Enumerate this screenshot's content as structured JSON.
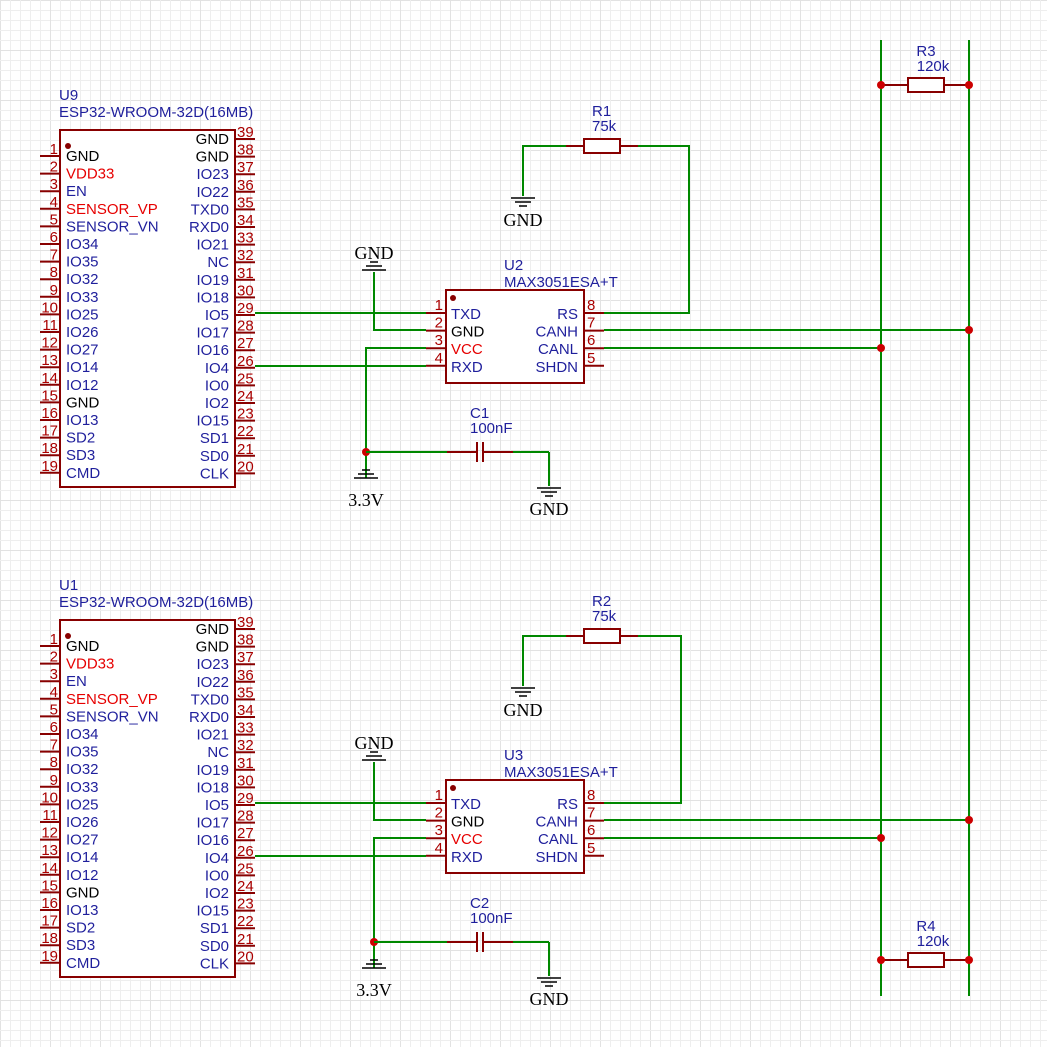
{
  "esp_pins": {
    "left": [
      {
        "num": "1",
        "name": "GND"
      },
      {
        "num": "2",
        "name": "VDD33"
      },
      {
        "num": "3",
        "name": "EN"
      },
      {
        "num": "4",
        "name": "SENSOR_VP"
      },
      {
        "num": "5",
        "name": "SENSOR_VN"
      },
      {
        "num": "6",
        "name": "IO34"
      },
      {
        "num": "7",
        "name": "IO35"
      },
      {
        "num": "8",
        "name": "IO32"
      },
      {
        "num": "9",
        "name": "IO33"
      },
      {
        "num": "10",
        "name": "IO25"
      },
      {
        "num": "11",
        "name": "IO26"
      },
      {
        "num": "12",
        "name": "IO27"
      },
      {
        "num": "13",
        "name": "IO14"
      },
      {
        "num": "14",
        "name": "IO12"
      },
      {
        "num": "15",
        "name": "GND"
      },
      {
        "num": "16",
        "name": "IO13"
      },
      {
        "num": "17",
        "name": "SD2"
      },
      {
        "num": "18",
        "name": "SD3"
      },
      {
        "num": "19",
        "name": "CMD"
      }
    ],
    "right": [
      {
        "num": "39",
        "name": "GND"
      },
      {
        "num": "38",
        "name": "GND"
      },
      {
        "num": "37",
        "name": "IO23"
      },
      {
        "num": "36",
        "name": "IO22"
      },
      {
        "num": "35",
        "name": "TXD0"
      },
      {
        "num": "34",
        "name": "RXD0"
      },
      {
        "num": "33",
        "name": "IO21"
      },
      {
        "num": "32",
        "name": "NC"
      },
      {
        "num": "31",
        "name": "IO19"
      },
      {
        "num": "30",
        "name": "IO18"
      },
      {
        "num": "29",
        "name": "IO5"
      },
      {
        "num": "28",
        "name": "IO17"
      },
      {
        "num": "27",
        "name": "IO16"
      },
      {
        "num": "26",
        "name": "IO4"
      },
      {
        "num": "25",
        "name": "IO0"
      },
      {
        "num": "24",
        "name": "IO2"
      },
      {
        "num": "23",
        "name": "IO15"
      },
      {
        "num": "22",
        "name": "SD1"
      },
      {
        "num": "21",
        "name": "SD0"
      },
      {
        "num": "20",
        "name": "CLK"
      }
    ]
  },
  "can_pins": {
    "left": [
      {
        "num": "1",
        "name": "TXD"
      },
      {
        "num": "2",
        "name": "GND"
      },
      {
        "num": "3",
        "name": "VCC"
      },
      {
        "num": "4",
        "name": "RXD"
      }
    ],
    "right": [
      {
        "num": "8",
        "name": "RS"
      },
      {
        "num": "7",
        "name": "CANH"
      },
      {
        "num": "6",
        "name": "CANL"
      },
      {
        "num": "5",
        "name": "SHDN"
      }
    ]
  },
  "blocks": [
    {
      "esp_ref": "U9",
      "esp_value": "ESP32-WROOM-32D(16MB)",
      "can_ref": "U2",
      "can_value": "MAX3051ESA+T",
      "res_ref": "R1",
      "res_value": "75k",
      "cap_ref": "C1",
      "cap_value": "100nF",
      "net_gnd": "GND",
      "net_vcc": "3.3V"
    },
    {
      "esp_ref": "U1",
      "esp_value": "ESP32-WROOM-32D(16MB)",
      "can_ref": "U3",
      "can_value": "MAX3051ESA+T",
      "res_ref": "R2",
      "res_value": "75k",
      "cap_ref": "C2",
      "cap_value": "100nF",
      "net_gnd": "GND",
      "net_vcc": "3.3V"
    }
  ],
  "terminators": [
    {
      "ref": "R3",
      "value": "120k"
    },
    {
      "ref": "R4",
      "value": "120k"
    }
  ]
}
